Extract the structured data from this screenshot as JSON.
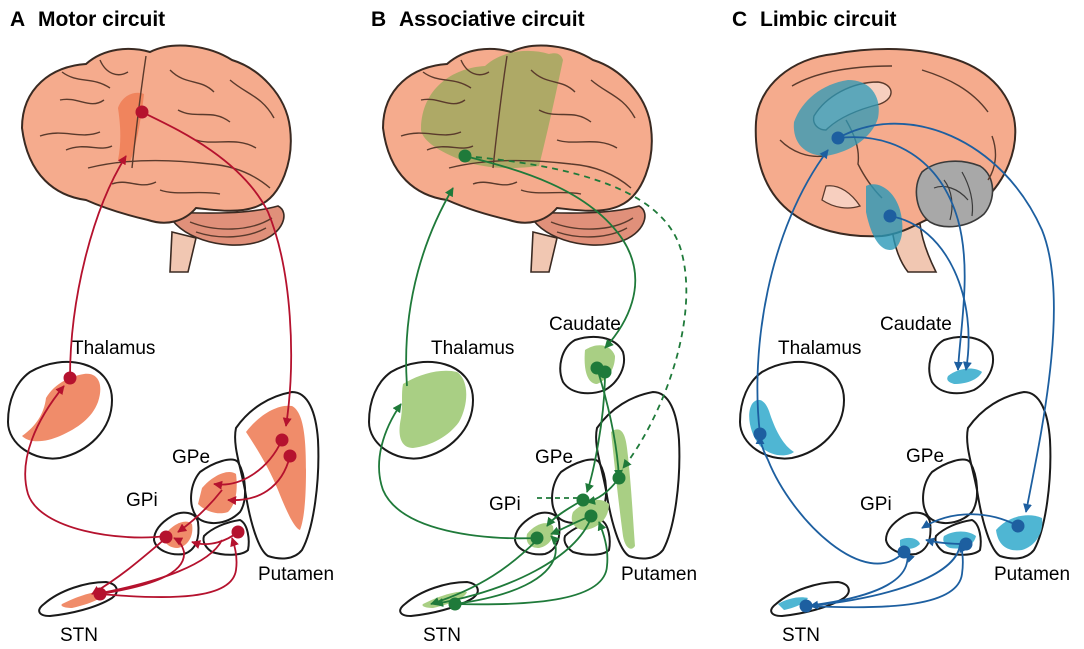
{
  "panels": [
    {
      "letter": "A",
      "title": "Motor circuit",
      "color": "#b5122e",
      "fill_color": "#f08c6a",
      "structures": {
        "thalamus": "Thalamus",
        "gpe": "GPe",
        "gpi": "GPi",
        "putamen": "Putamen",
        "stn": "STN"
      }
    },
    {
      "letter": "B",
      "title": "Associative circuit",
      "color": "#1f7a3a",
      "fill_color": "#a9cf84",
      "structures": {
        "thalamus": "Thalamus",
        "caudate": "Caudate",
        "gpe": "GPe",
        "gpi": "GPi",
        "putamen": "Putamen",
        "stn": "STN"
      }
    },
    {
      "letter": "C",
      "title": "Limbic circuit",
      "color": "#1d5fa0",
      "fill_color": "#4fb6d3",
      "structures": {
        "thalamus": "Thalamus",
        "caudate": "Caudate",
        "gpe": "GPe",
        "gpi": "GPi",
        "putamen": "Putamen",
        "stn": "STN"
      }
    }
  ]
}
